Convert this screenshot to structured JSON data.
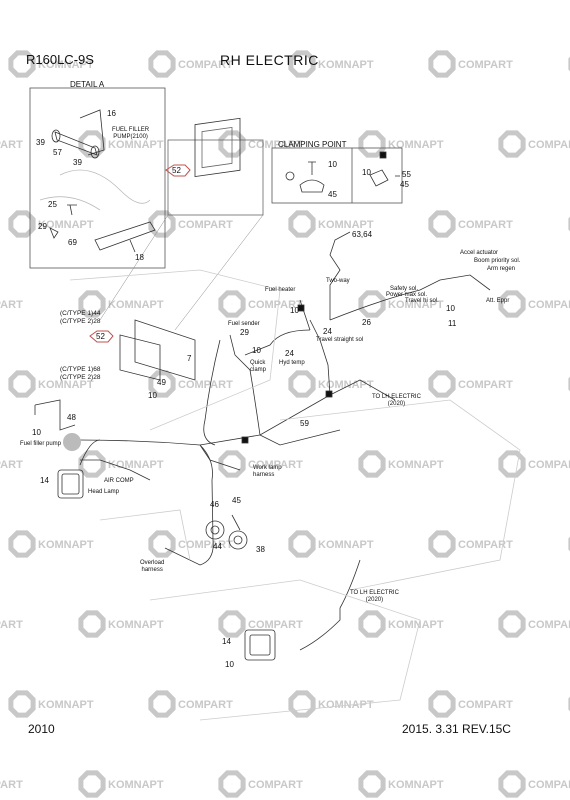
{
  "header": {
    "model": "R160LC-9S",
    "title": "RH ELECTRIC"
  },
  "footer": {
    "code": "2010",
    "revision": "2015. 3.31  REV.15C"
  },
  "watermarks": [
    "KOMNAPT",
    "COMPART"
  ],
  "colors": {
    "highlight": "#c0504d",
    "line": "#222222",
    "watermark": "#c8c8c8"
  },
  "detail_a": {
    "title": "DETAIL A",
    "fuel_filler_pump_label": "FUEL FILLER\nPUMP(2100)",
    "callouts": [
      "16",
      "39",
      "57",
      "39",
      "25",
      "29",
      "69",
      "18"
    ]
  },
  "clamping_point": {
    "title": "CLAMPING POINT",
    "callouts": [
      "10",
      "45",
      "10",
      "55",
      "45"
    ]
  },
  "ecu_callout": "52",
  "type_labels": [
    "(C/TYPE 1)44",
    "(C/TYPE 2)28",
    "(C/TYPE 1)68",
    "(C/TYPE 2)28"
  ],
  "main_callouts": {
    "c52": "52",
    "c7": "7",
    "c29": "29",
    "c10a": "10",
    "c24a": "24",
    "c24b": "24",
    "c26": "26",
    "c49": "49",
    "c10b": "10",
    "c48": "48",
    "c10c": "10",
    "c59": "59",
    "c14a": "14",
    "c46": "46",
    "c45": "45",
    "c44": "44",
    "c38": "38",
    "c10d": "10",
    "c11": "11",
    "c10e": "10",
    "c6364": "63,64",
    "c14b": "14",
    "c10f": "10"
  },
  "labels": {
    "fuel_heater": "Fuel heater",
    "fuel_sender": "Fuel sender",
    "two_way": "Two-way",
    "quick_clamp": "Quick\nclamp",
    "hyd_temp": "Hyd temp",
    "travel_straight_sol": "Travel straight sol",
    "to_lh_electric_1": "TO LH ELECTRIC\n(2020)",
    "accel_actuator": "Accel actuator",
    "boom_priority_sol": "Boom priority sol.",
    "arm_regen": "Arm regen",
    "safety_sol": "Safety sol.",
    "power_max_sol": "Power max sol.",
    "travel_hi_sol": "Travel hi sol.",
    "att_eppr": "Att. Eppr",
    "fuel_filler_pump": "Fuel filler pump",
    "air_comp": "AIR COMP",
    "head_lamp": "Head Lamp",
    "work_lamp_harness": "Work lamp\nharness",
    "overload_harness": "Overload\nharness",
    "to_lh_electric_2": "TO LH ELECTRIC\n(2020)"
  }
}
